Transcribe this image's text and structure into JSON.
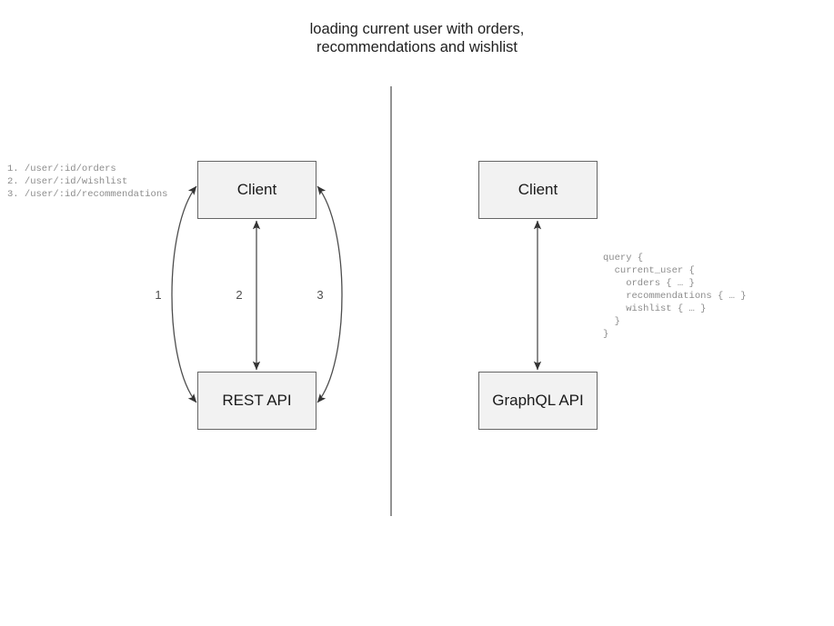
{
  "diagram": {
    "title": "loading current user with orders,\nrecommendations and wishlist",
    "divider": {
      "label": "vertical-divider"
    },
    "rest_side": {
      "client_label": "Client",
      "api_label": "REST API",
      "edge_labels": [
        "1",
        "2",
        "3"
      ],
      "endpoints": "1. /user/:id/orders\n2. /user/:id/wishlist\n3. /user/:id/recommendations"
    },
    "graphql_side": {
      "client_label": "Client",
      "api_label": "GraphQL API",
      "query": "query {\n  current_user {\n    orders { … }\n    recommendations { … }\n    wishlist { … }\n  }\n}"
    },
    "colors": {
      "box_fill": "#f2f2f2",
      "box_border": "#666666",
      "edge_stroke": "#4d4d4d",
      "divider_stroke": "#595959",
      "code_text": "#8c8c8c",
      "title_text": "#1f1f1f",
      "background": "#ffffff"
    }
  }
}
